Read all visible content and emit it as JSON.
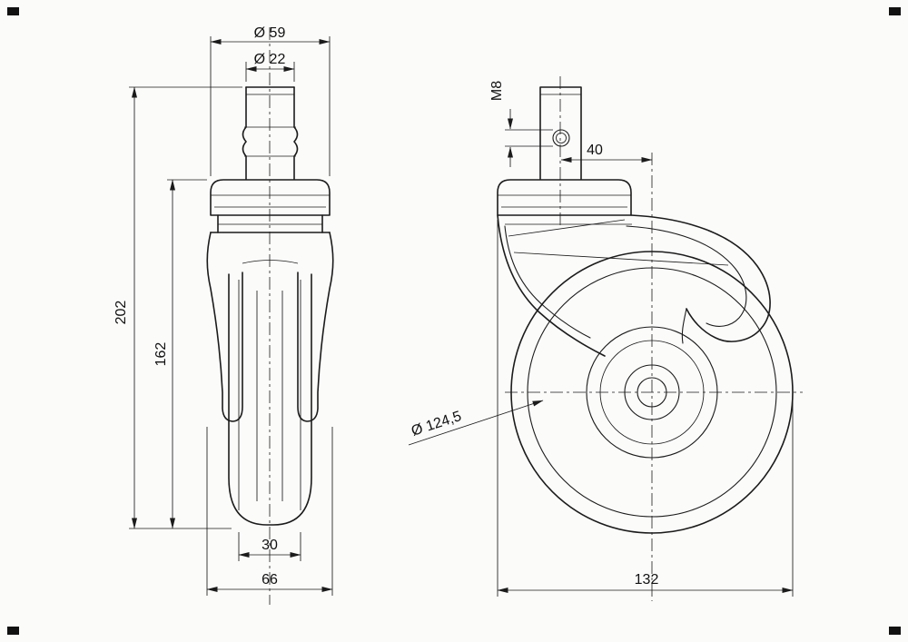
{
  "colors": {
    "line": "#1b1b1b",
    "background": "#fbfbfa"
  },
  "front_view": {
    "plate_diameter": "Ø 59",
    "stem_diameter": "Ø 22",
    "overall_height": "202",
    "height_below_plate": "162",
    "tread_width": "30",
    "fork_width": "66"
  },
  "side_view": {
    "thread": "M8",
    "axle_offset": "40",
    "wheel_diameter": "Ø 124,5",
    "overall_length": "132"
  }
}
